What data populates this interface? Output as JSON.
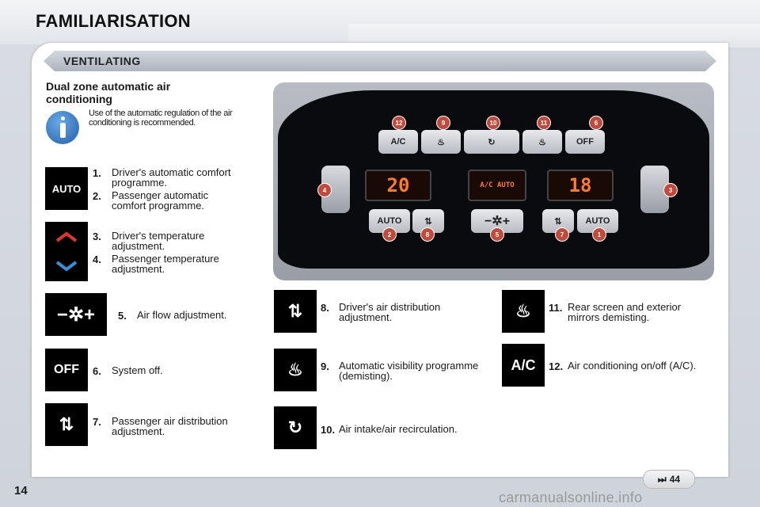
{
  "header": {
    "title": "FAMILIARISATION"
  },
  "section": {
    "title": "VENTILATING"
  },
  "subsection": {
    "title": "Dual zone automatic air conditioning"
  },
  "info": {
    "text": "Use of the automatic regulation of the air conditioning is recommended."
  },
  "icons": {
    "auto": "AUTO",
    "off": "OFF",
    "ac": "A/C"
  },
  "items": [
    {
      "num": "1.",
      "text": "Driver's automatic comfort programme."
    },
    {
      "num": "2.",
      "text": "Passenger automatic comfort programme."
    },
    {
      "num": "3.",
      "text": "Driver's temperature adjustment."
    },
    {
      "num": "4.",
      "text": "Passenger temperature adjustment."
    },
    {
      "num": "5.",
      "text": "Air flow adjustment."
    },
    {
      "num": "6.",
      "text": "System off."
    },
    {
      "num": "7.",
      "text": "Passenger air distribution adjustment."
    },
    {
      "num": "8.",
      "text": "Driver's air distribution adjustment."
    },
    {
      "num": "9.",
      "text": "Automatic visibility programme (demisting)."
    },
    {
      "num": "10.",
      "text": "Air intake/air recirculation."
    },
    {
      "num": "11.",
      "text": "Rear screen and exterior mirrors demisting."
    },
    {
      "num": "12.",
      "text": "Air conditioning on/off (A/C)."
    }
  ],
  "panel_photo": {
    "buttons_top": [
      "A/C",
      "",
      "",
      "",
      "OFF"
    ],
    "auto_label": "AUTO",
    "display_left": "20",
    "display_right": "18",
    "display_center": "A/C AUTO",
    "callouts": [
      "12",
      "9",
      "10",
      "11",
      "6",
      "4",
      "3",
      "2",
      "8",
      "5",
      "7",
      "1"
    ]
  },
  "footer": {
    "page": "14",
    "ref": "44",
    "watermark": "carmanualsonline.info"
  },
  "colors": {
    "accent": "#c04a3c",
    "display": "#ff7a2a",
    "info_blue": "#1f5fa8"
  }
}
